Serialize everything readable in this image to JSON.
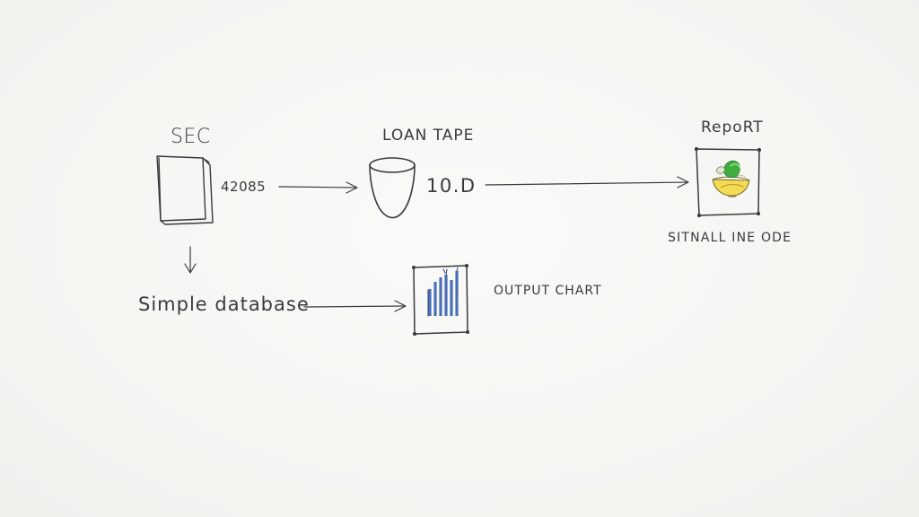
{
  "diagram": {
    "nodes": {
      "sec": {
        "label": "SEC",
        "code": "42085",
        "icon": "document-stack-icon"
      },
      "loan_tape": {
        "label": "LOAN TAPE",
        "code": "10.D",
        "icon": "cylinder-cup-icon"
      },
      "report": {
        "label": "RepoRT",
        "caption": "SITNALL INE ODE",
        "icon": "framed-bowl-image-icon"
      },
      "database": {
        "label": "Simple database"
      },
      "output_chart": {
        "label": "OUTPUT CHART",
        "icon": "bar-chart-icon"
      }
    },
    "edges": [
      {
        "from": "sec",
        "to": "loan_tape"
      },
      {
        "from": "loan_tape",
        "to": "report"
      },
      {
        "from": "sec",
        "to": "database"
      },
      {
        "from": "database",
        "to": "output_chart"
      }
    ],
    "colors": {
      "ink": "#3a3a3c",
      "paper": "#f6f6f4",
      "chart_blue": "#4a6fb5",
      "leaf_green": "#3fae3f",
      "bowl_yellow": "#f0d84a"
    }
  }
}
